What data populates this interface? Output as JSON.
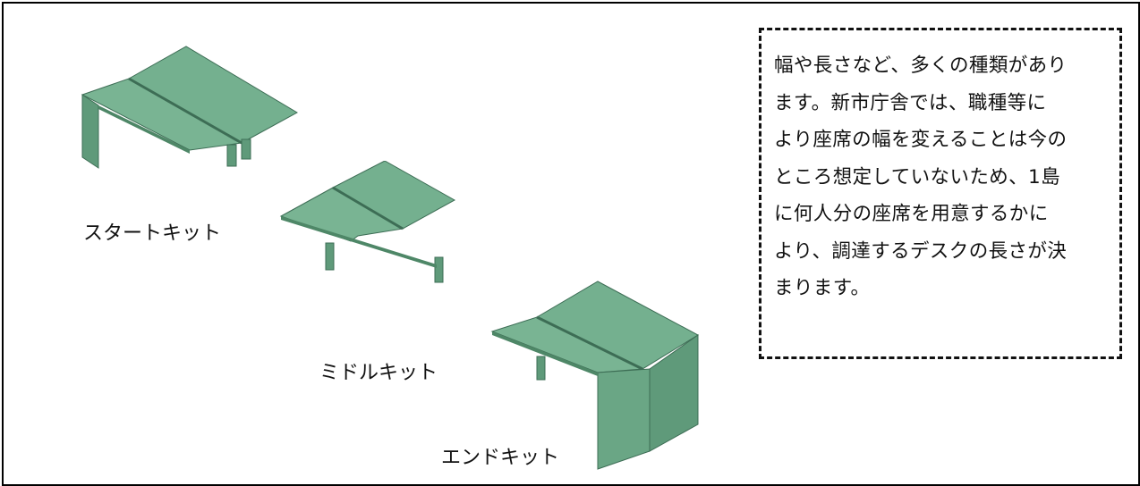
{
  "kits": [
    {
      "label": "スタートキット"
    },
    {
      "label": "ミドルキット"
    },
    {
      "label": "エンドキット"
    }
  ],
  "note": {
    "lines": [
      "幅や長さなど、多くの種類があり",
      "ます。新市庁舎では、職種等に",
      "より座席の幅を変えることは今の",
      "ところ想定していないため、1島",
      "に何人分の座席を用意するかに",
      "より、調達するデスクの長さが決",
      "まります。"
    ]
  },
  "colors": {
    "desk_top": "#74b08f",
    "desk_side": "#5f9a7a",
    "desk_edge": "#3d6d55",
    "border": "#000000"
  }
}
